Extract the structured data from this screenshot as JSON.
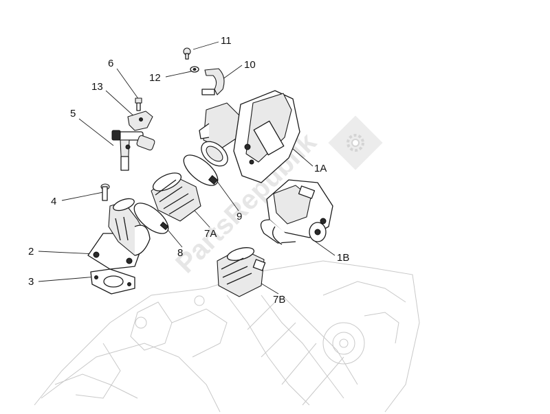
{
  "diagram": {
    "callouts": [
      {
        "id": "c11",
        "label": "11"
      },
      {
        "id": "c10",
        "label": "10"
      },
      {
        "id": "c12",
        "label": "12"
      },
      {
        "id": "c6",
        "label": "6"
      },
      {
        "id": "c13",
        "label": "13"
      },
      {
        "id": "c5",
        "label": "5"
      },
      {
        "id": "c1A",
        "label": "1A"
      },
      {
        "id": "c4",
        "label": "4"
      },
      {
        "id": "c9",
        "label": "9"
      },
      {
        "id": "c7A",
        "label": "7A"
      },
      {
        "id": "c1B",
        "label": "1B"
      },
      {
        "id": "c2",
        "label": "2"
      },
      {
        "id": "c8",
        "label": "8"
      },
      {
        "id": "c3",
        "label": "3"
      },
      {
        "id": "c7B",
        "label": "7B"
      }
    ],
    "watermark": "PartsRepublik"
  }
}
